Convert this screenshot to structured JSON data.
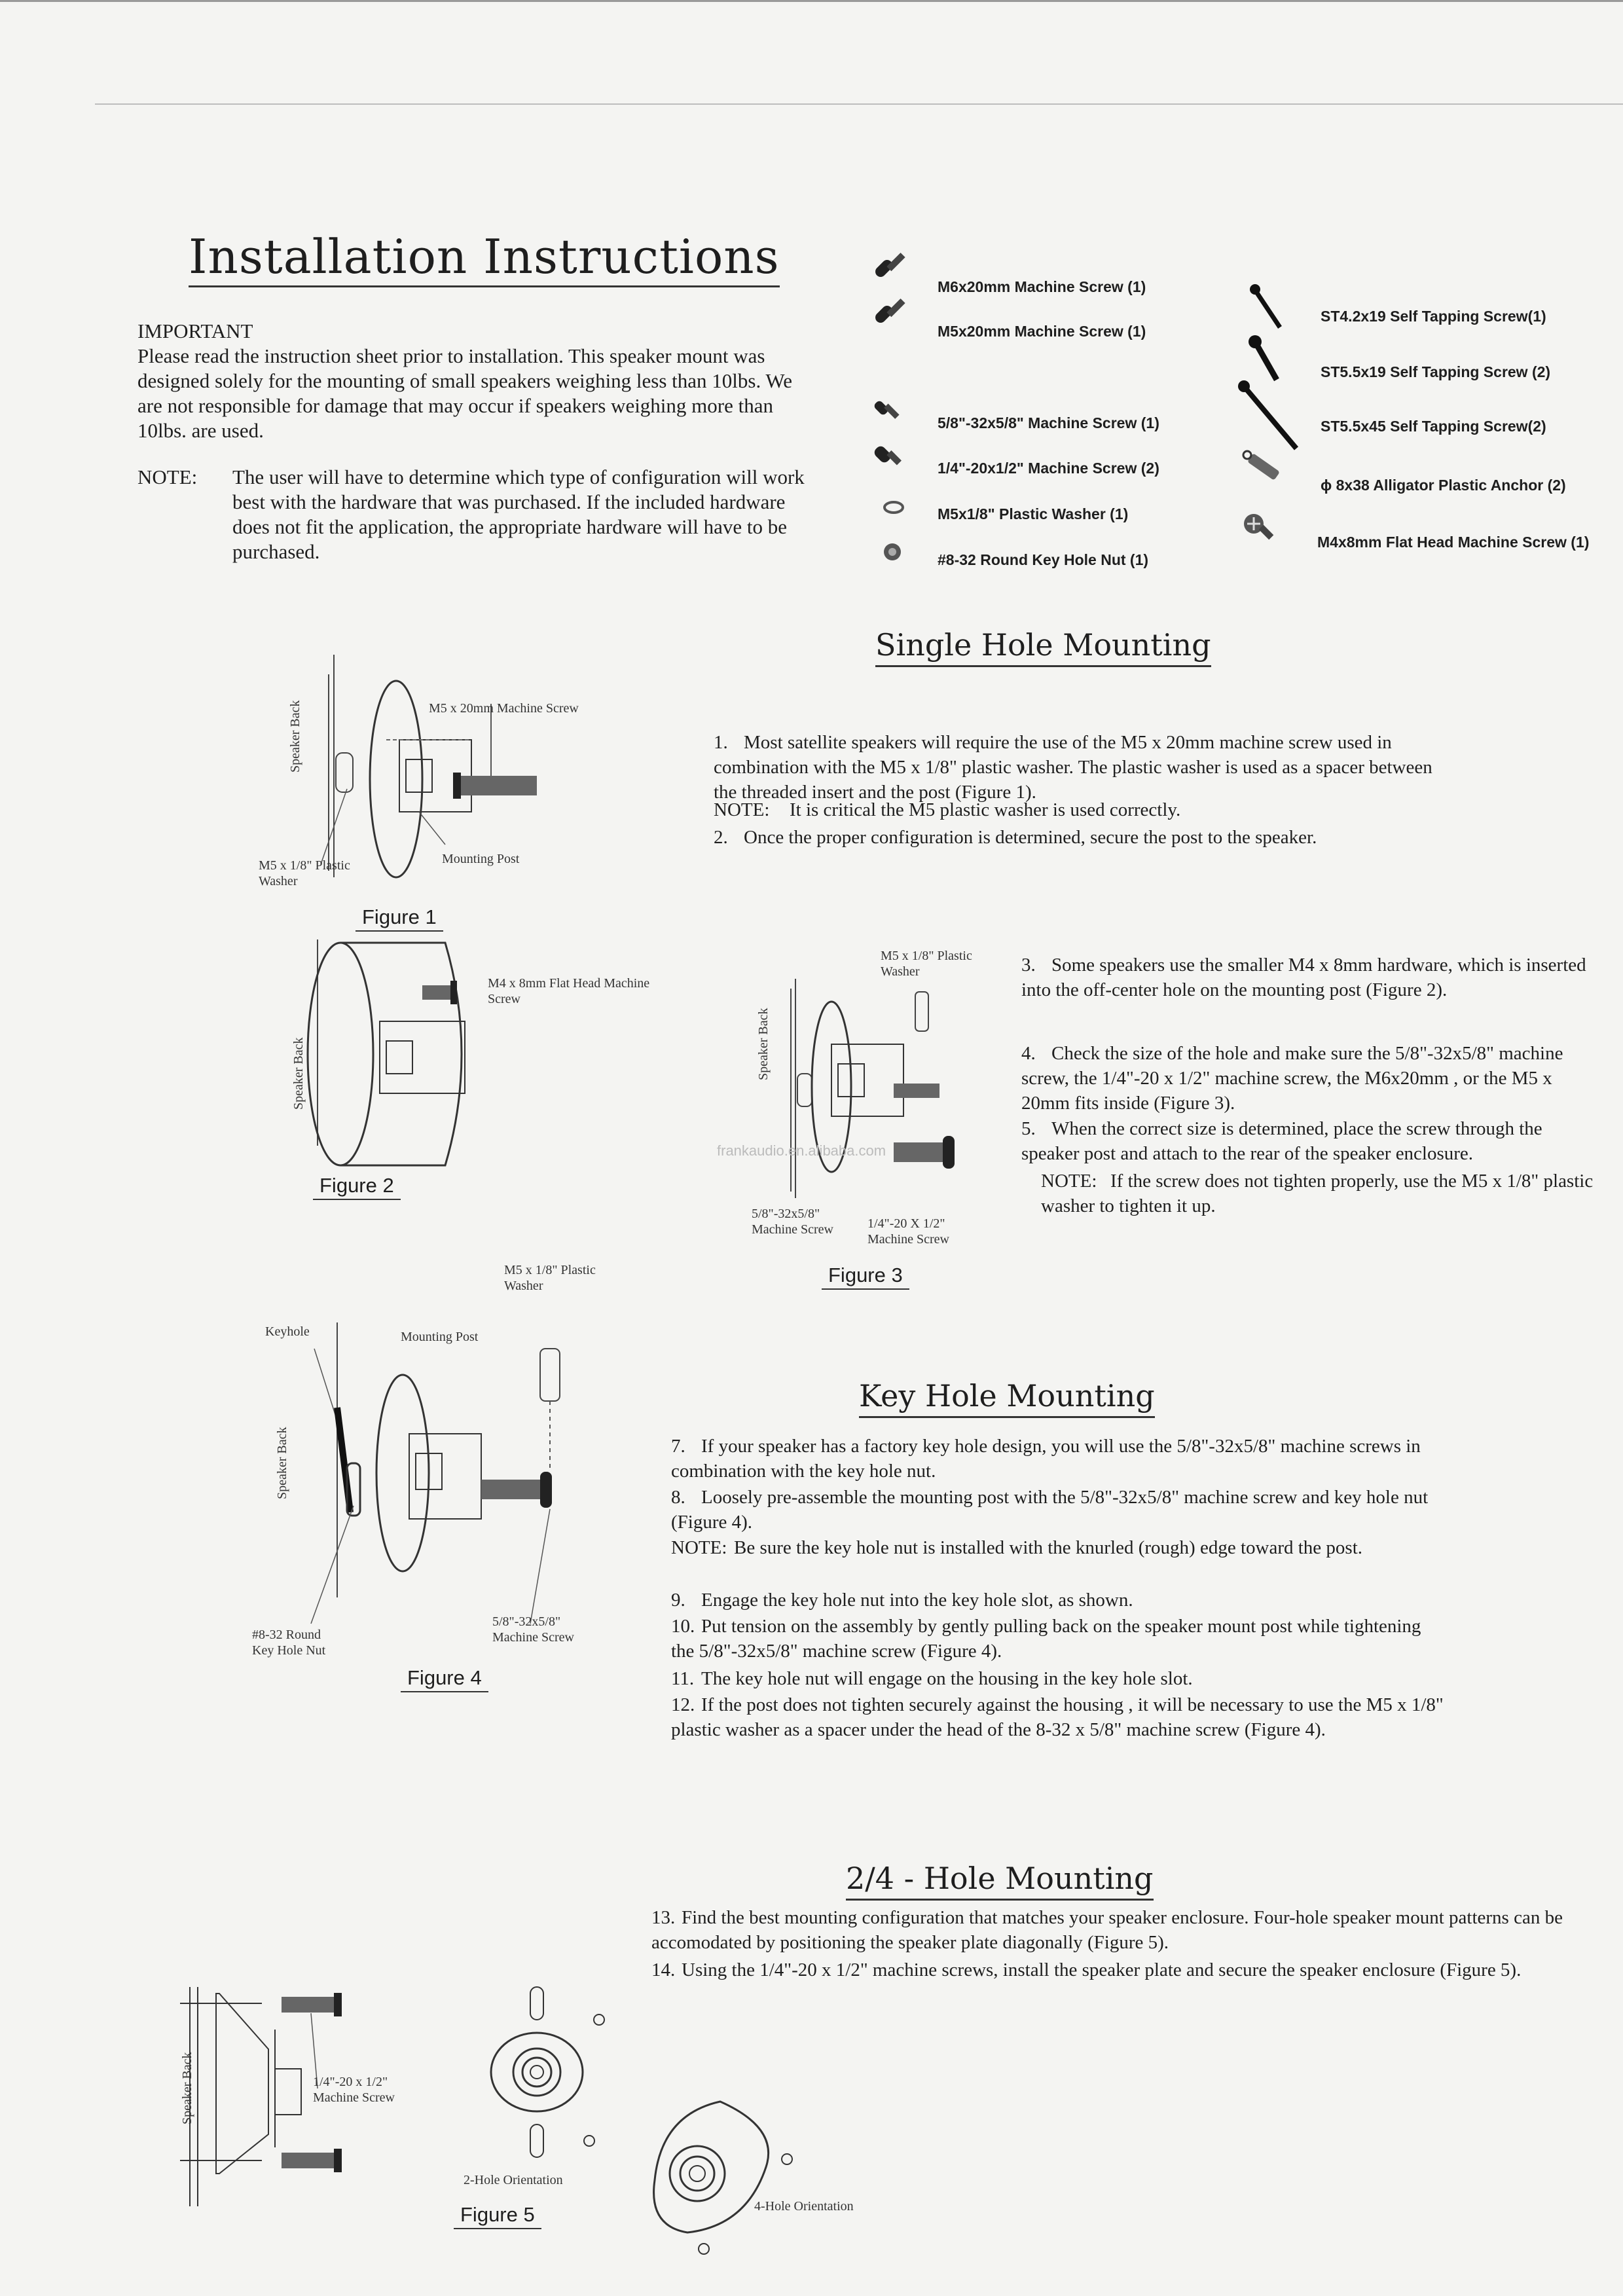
{
  "page": {
    "title": "Installation Instructions",
    "important_label": "IMPORTANT",
    "important_text": "Please read the instruction sheet prior to installation. This speaker mount was designed solely for the mounting of small speakers weighing less than 10lbs. We are not responsible for damage that may occur if speakers weighing more than 10lbs. are used.",
    "note_label": "NOTE:",
    "note_text": "The user will have to determine which type of configuration will work best with the hardware that was purchased. If the included hardware does not fit the application, the appropriate hardware will have to be purchased."
  },
  "hardware": {
    "left": [
      {
        "label": "M6x20mm Machine Screw (1)",
        "icon": "machine-screw-icon"
      },
      {
        "label": "M5x20mm Machine Screw (1)",
        "icon": "machine-screw-icon"
      },
      {
        "label": "5/8\"-32x5/8\" Machine Screw (1)",
        "icon": "machine-screw-icon"
      },
      {
        "label": "1/4\"-20x1/2\" Machine Screw (2)",
        "icon": "machine-screw-icon"
      },
      {
        "label": "M5x1/8\" Plastic Washer (1)",
        "icon": "washer-icon"
      },
      {
        "label": "#8-32 Round Key Hole Nut (1)",
        "icon": "nut-icon"
      }
    ],
    "right": [
      {
        "label": "ST4.2x19 Self Tapping Screw(1)",
        "icon": "tapping-screw-icon"
      },
      {
        "label": "ST5.5x19 Self Tapping Screw (2)",
        "icon": "tapping-screw-icon"
      },
      {
        "label": "ST5.5x45 Self Tapping Screw(2)",
        "icon": "tapping-screw-icon"
      },
      {
        "label": "ϕ 8x38 Alligator Plastic Anchor (2)",
        "icon": "plastic-anchor-icon"
      },
      {
        "label": "M4x8mm Flat Head Machine Screw (1)",
        "icon": "flat-head-screw-icon"
      }
    ]
  },
  "single_hole": {
    "heading": "Single Hole Mounting",
    "steps": [
      {
        "num": "1.",
        "text": "Most satellite speakers will require the use of the M5 x 20mm machine screw used in combination with the M5 x 1/8\" plastic washer. The plastic washer is used as a spacer between the threaded insert and the post (Figure 1)."
      },
      {
        "num": "NOTE:",
        "text": "It is critical the M5 plastic washer is used correctly."
      },
      {
        "num": "2.",
        "text": "Once the proper configuration is determined, secure the post to the speaker."
      },
      {
        "num": "3.",
        "text": "Some speakers use the smaller M4 x 8mm hardware, which is inserted into the off-center hole on the mounting post (Figure 2)."
      },
      {
        "num": "4.",
        "text": "Check the size of the hole and make sure the 5/8\"-32x5/8\" machine screw, the 1/4\"-20 x 1/2\" machine screw, the M6x20mm , or the M5 x 20mm fits inside (Figure 3)."
      },
      {
        "num": "5.",
        "text": "When the correct size is determined, place the screw through the speaker post and attach to the rear of the speaker enclosure."
      },
      {
        "num": "NOTE:",
        "text": "If the screw does not tighten properly, use the M5 x 1/8\" plastic washer to tighten it up."
      }
    ]
  },
  "key_hole": {
    "heading": "Key Hole Mounting",
    "steps": [
      {
        "num": "7.",
        "text": "If your speaker has a factory key hole design, you will use the 5/8\"-32x5/8\" machine screws in combination with the key hole nut."
      },
      {
        "num": "8.",
        "text": "Loosely pre-assemble the mounting post with the 5/8\"-32x5/8\" machine screw and key hole nut (Figure 4)."
      },
      {
        "num": "NOTE:",
        "text": "Be sure the key hole nut is installed with the knurled (rough) edge toward the post."
      },
      {
        "num": "9.",
        "text": "Engage the key hole nut into the key hole slot, as shown."
      },
      {
        "num": "10.",
        "text": "Put tension on the assembly by gently pulling back on the speaker mount post while tightening the 5/8\"-32x5/8\" machine screw (Figure 4)."
      },
      {
        "num": "11.",
        "text": "The key hole nut will engage on the housing in the key hole slot."
      },
      {
        "num": "12.",
        "text": "If the post does not tighten securely against the housing , it will be necessary to use the M5 x 1/8\" plastic washer as a spacer under the head of the 8-32 x 5/8\" machine screw (Figure 4)."
      }
    ]
  },
  "two_four_hole": {
    "heading": "2/4 - Hole Mounting",
    "steps": [
      {
        "num": "13.",
        "text": "Find the best mounting configuration that matches your speaker enclosure. Four-hole speaker mount patterns can be accomodated by positioning the speaker plate diagonally (Figure 5)."
      },
      {
        "num": "14.",
        "text": "Using the 1/4\"-20 x 1/2\" machine screws, install the speaker plate and secure the speaker enclosure (Figure 5)."
      }
    ]
  },
  "figures": {
    "fig1": {
      "caption": "Figure 1",
      "screw": "M5 x 20mm Machine Screw",
      "washer": "M5 x 1/8\" Plastic Washer",
      "post": "Mounting Post",
      "back": "Speaker Back"
    },
    "fig2": {
      "caption": "Figure 2",
      "screw": "M4 x 8mm Flat Head Machine Screw",
      "back": "Speaker Back"
    },
    "fig3": {
      "caption": "Figure 3",
      "washer": "M5 x 1/8\" Plastic Washer",
      "screw_a": "5/8\"-32x5/8\" Machine Screw",
      "screw_b": "1/4\"-20 X 1/2\" Machine Screw",
      "back": "Speaker Back"
    },
    "fig4": {
      "caption": "Figure 4",
      "washer": "M5 x 1/8\" Plastic Washer",
      "keyhole": "Keyhole",
      "post": "Mounting Post",
      "nut": "#8-32 Round Key Hole Nut",
      "screw": "5/8\"-32x5/8\" Machine Screw",
      "back": "Speaker Back"
    },
    "fig5": {
      "caption": "Figure 5",
      "screw": "1/4\"-20 x 1/2\" Machine Screw",
      "two_hole": "2-Hole Orientation",
      "four_hole": "4-Hole Orientation",
      "back": "Speaker Back"
    }
  },
  "watermark": "frankaudio.en.alibaba.com"
}
